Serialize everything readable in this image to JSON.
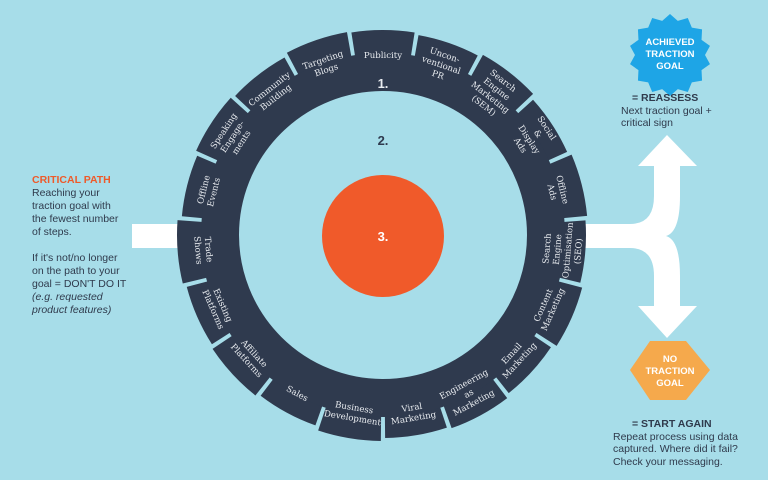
{
  "colors": {
    "background": "#a7dde9",
    "ring": "#2f3a4e",
    "ring_text": "#e9ecf0",
    "center_circle": "#f05a2a",
    "critical_title": "#ee5a2a",
    "body_text": "#2f3a4c",
    "achieved_badge": "#1ea5e6",
    "no_traction_badge": "#f5a94c",
    "arrow": "#ffffff"
  },
  "diagram": {
    "ring_number": "1.",
    "middle_number": "2.",
    "center_number": "3.",
    "channels": [
      {
        "label": [
          "Publicity"
        ]
      },
      {
        "label": [
          "Uncon-",
          "ventional",
          "PR"
        ]
      },
      {
        "label": [
          "Search",
          "Engine",
          "Marketing",
          "(SEM)"
        ]
      },
      {
        "label": [
          "Social",
          "&",
          "Display",
          "Ads"
        ]
      },
      {
        "label": [
          "Offline",
          "Ads"
        ]
      },
      {
        "label": [
          "Search",
          "Engine",
          "Optimisation",
          "(SEO)"
        ]
      },
      {
        "label": [
          "Content",
          "Marketing"
        ]
      },
      {
        "label": [
          "Email",
          "Marketing"
        ]
      },
      {
        "label": [
          "Engineering",
          "as",
          "Marketing"
        ]
      },
      {
        "label": [
          "Viral",
          "Marketing"
        ]
      },
      {
        "label": [
          "Business",
          "Development"
        ]
      },
      {
        "label": [
          "Sales"
        ]
      },
      {
        "label": [
          "Affiliate",
          "Platforms"
        ]
      },
      {
        "label": [
          "Existing",
          "Platforms"
        ]
      },
      {
        "label": [
          "Trade",
          "Shows"
        ]
      },
      {
        "label": [
          "Offline",
          "Events"
        ]
      },
      {
        "label": [
          "Speaking",
          "Engage-",
          "ments"
        ]
      },
      {
        "label": [
          "Community",
          "Building"
        ]
      },
      {
        "label": [
          "Targeting",
          "Blogs"
        ]
      }
    ]
  },
  "critical_path": {
    "title": "CRITICAL PATH",
    "lines": [
      "Reaching your",
      "traction goal with",
      "the fewest number",
      "of steps."
    ],
    "lines2": [
      "If it's not/no longer",
      "on the path to your",
      "goal = DON'T DO IT"
    ],
    "note": [
      "(e.g. requested",
      "product features)"
    ]
  },
  "achieved": {
    "badge": [
      "ACHIEVED",
      "TRACTION",
      "GOAL"
    ],
    "head": "= REASSESS",
    "lines": [
      "Next traction goal +",
      "critical sign"
    ]
  },
  "no_traction": {
    "badge": [
      "NO",
      "TRACTION",
      "GOAL"
    ],
    "head": "= START AGAIN",
    "lines": [
      "Repeat process using data",
      "captured. Where did it fail?",
      "Check your messaging."
    ]
  }
}
